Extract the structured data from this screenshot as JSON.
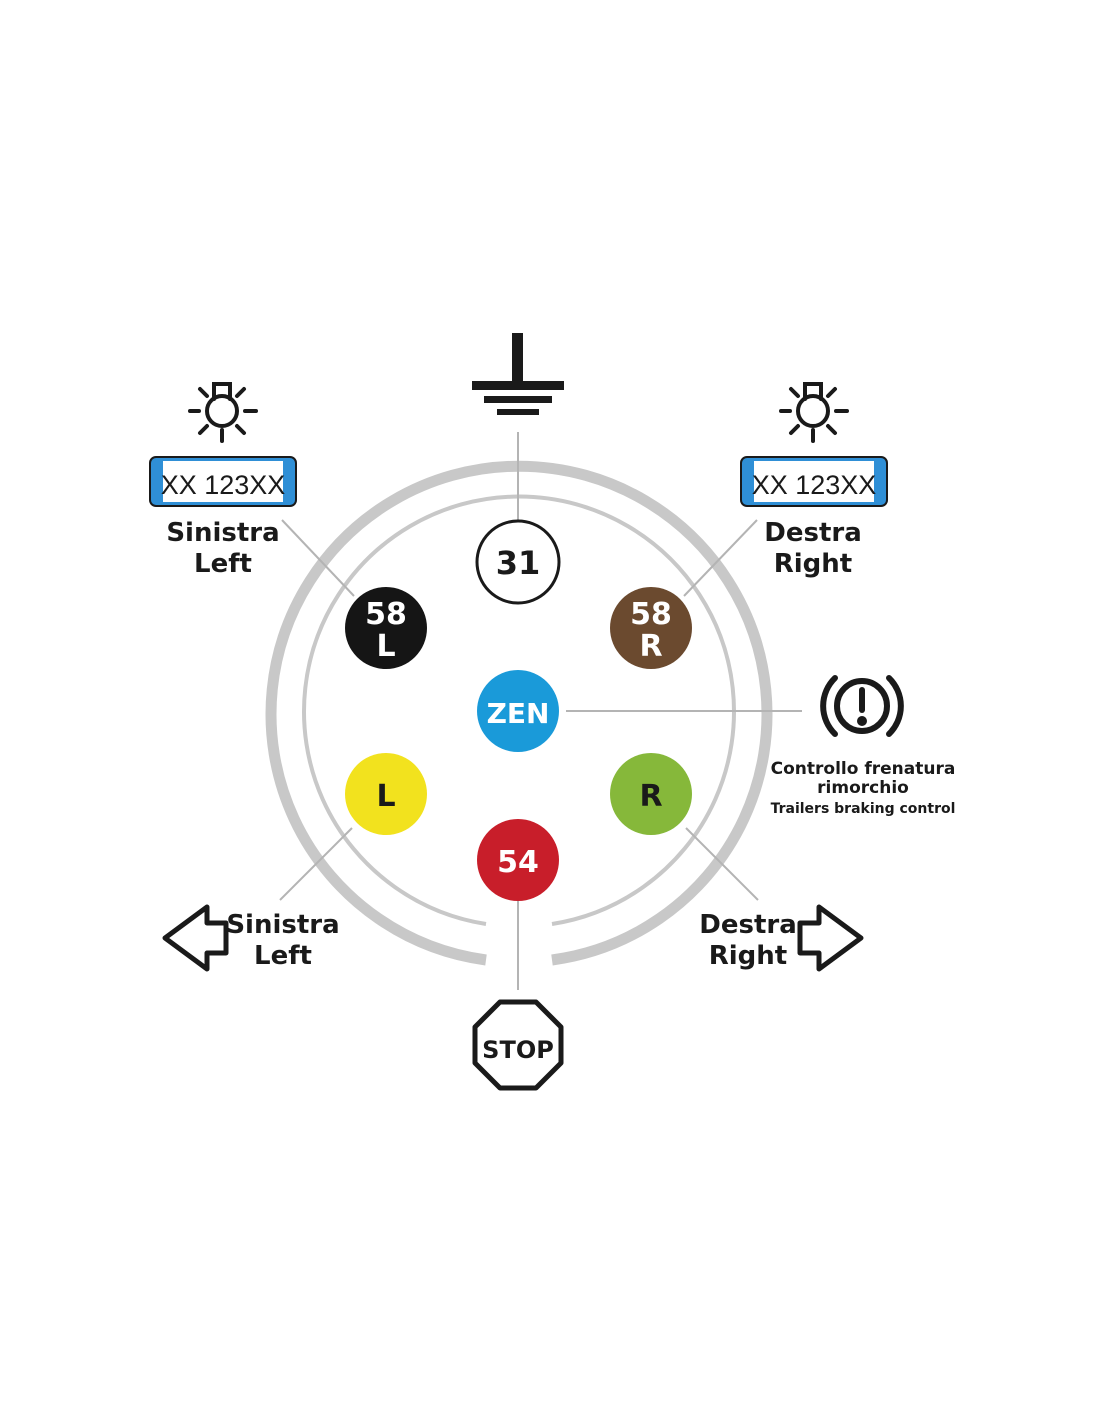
{
  "pins": {
    "p31": "31",
    "p58L_a": "58",
    "p58L_b": "L",
    "p58R_a": "58",
    "p58R_b": "R",
    "zen": "ZEN",
    "pL": "L",
    "pR": "R",
    "p54": "54"
  },
  "labels": {
    "top_left_it": "Sinistra",
    "top_left_en": "Left",
    "top_right_it": "Destra",
    "top_right_en": "Right",
    "bottom_left_it": "Sinistra",
    "bottom_left_en": "Left",
    "bottom_right_it": "Destra",
    "bottom_right_en": "Right",
    "brake_it_1": "Controllo frenatura",
    "brake_it_2": "rimorchio",
    "brake_en": "Trailers braking control"
  },
  "plates": {
    "left": "XX 123XX",
    "right": "XX 123XX"
  },
  "stop_sign": "STOP",
  "colors": {
    "ring": "#c8c8c8",
    "pin_31": "#ffffff",
    "pin_58L": "#151515",
    "pin_58R": "#6b4a2f",
    "pin_zen": "#1a9ad9",
    "pin_L": "#f2e21e",
    "pin_R": "#86b83a",
    "pin_54": "#c81e2a",
    "plate_blue": "#2f8fd6"
  }
}
